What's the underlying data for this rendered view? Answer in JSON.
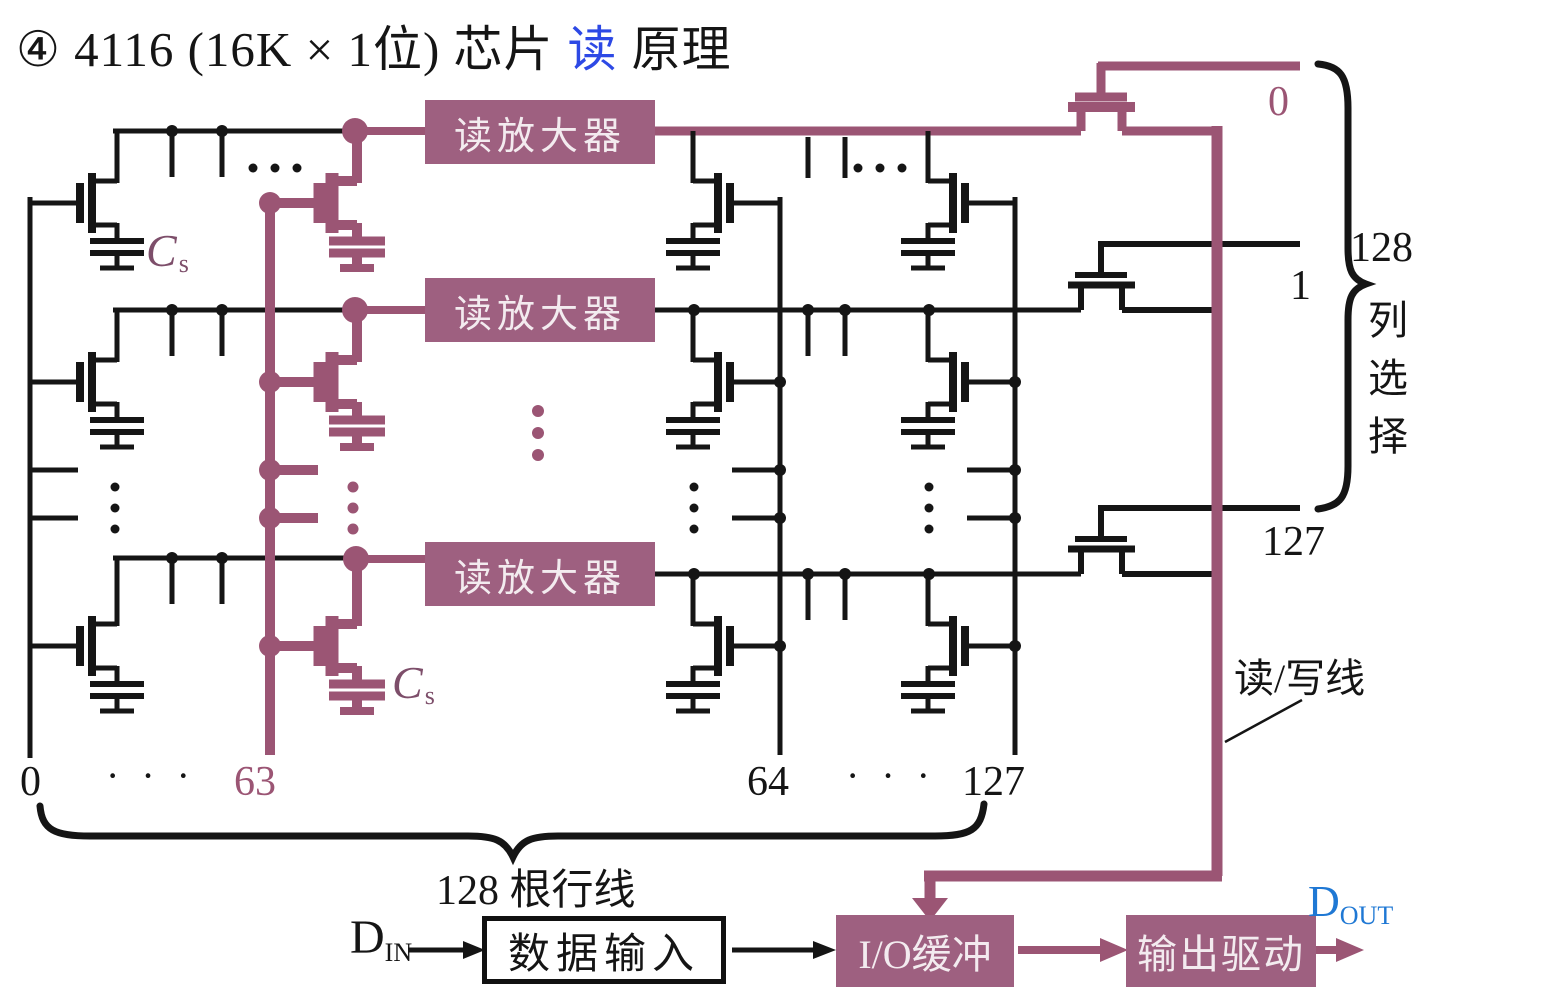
{
  "title": {
    "part1": "④ 4116 (16K × 1位) 芯片",
    "read": "读",
    "part2": "原理"
  },
  "sense_amps": {
    "amp1": "读放大器",
    "amp2": "读放大器",
    "amp3": "读放大器"
  },
  "capacitor_labels": {
    "cs1_base": "C",
    "cs1_sub": "s",
    "cs2_base": "C",
    "cs2_sub": "s"
  },
  "row_lines": {
    "label_0": "0",
    "dots_left": "· · ·",
    "label_63": "63",
    "label_64": "64",
    "dots_right": "· · ·",
    "label_127": "127",
    "brace_label": "128 根行线"
  },
  "col_select": {
    "label_0": "0",
    "label_1": "1",
    "label_127": "127",
    "count": "128",
    "char1": "列",
    "char2": "选",
    "char3": "择"
  },
  "read_write_line_label": "读/写线",
  "dataflow": {
    "din_base": "D",
    "din_sub": "IN",
    "data_input": "数据输入",
    "io_buffer": "I/O缓冲",
    "output_driver": "输出驱动",
    "dout_base": "D",
    "dout_sub": "OUT"
  },
  "colors": {
    "accent": "#9b5574",
    "accent_box": "#9e6080",
    "title_blue": "#2d49e5",
    "dout_blue": "#1f78d4",
    "ink": "#151515"
  }
}
